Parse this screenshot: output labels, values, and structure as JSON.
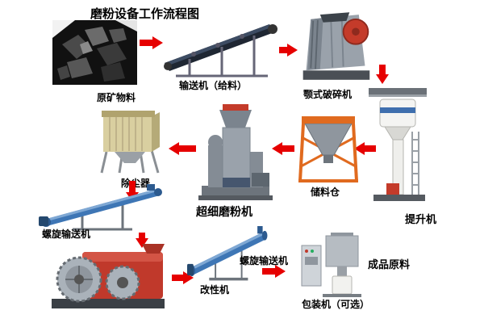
{
  "title": "磨粉设备工作流程图",
  "colors": {
    "arrow": "#e60000",
    "text": "#000000",
    "background": "#ffffff"
  },
  "nodes": {
    "raw_material": {
      "label": "原矿物料"
    },
    "feeder_conveyor": {
      "label": "输送机（给料）"
    },
    "jaw_crusher": {
      "label": "颚式破碎机"
    },
    "bucket_elevator": {
      "label": "提升机"
    },
    "storage_silo": {
      "label": "储料仓"
    },
    "grinding_mill": {
      "label": "超细磨粉机"
    },
    "dust_collector": {
      "label": "除尘器"
    },
    "screw_conveyor_1": {
      "label": "螺旋输送机"
    },
    "modifier_machine": {
      "label": "改性机"
    },
    "screw_conveyor_2": {
      "label": "螺旋输送机"
    },
    "packing_machine": {
      "label": "包装机（可选）"
    },
    "finished_product": {
      "label": "成品原料"
    }
  },
  "flow": [
    "原矿物料 → 输送机（给料）",
    "输送机（给料） → 颚式破碎机",
    "颚式破碎机 → 提升机",
    "提升机 → 储料仓",
    "储料仓 → 超细磨粉机",
    "超细磨粉机 → 除尘器",
    "除尘器 → 螺旋输送机",
    "螺旋输送机 → 改性机",
    "改性机 → 螺旋输送机",
    "螺旋输送机 → 包装机（可选）",
    "包装机（可选） → 成品原料"
  ]
}
